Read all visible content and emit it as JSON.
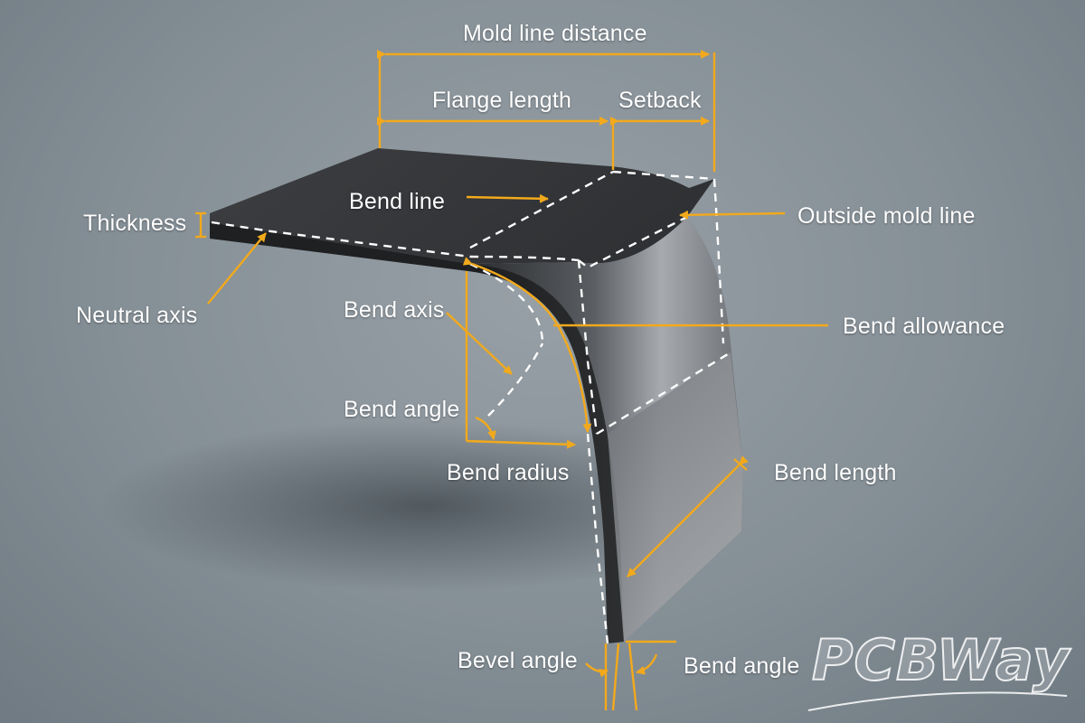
{
  "labels": {
    "mold_line_distance": "Mold line distance",
    "flange_length": "Flange length",
    "setback": "Setback",
    "thickness": "Thickness",
    "bend_line": "Bend line",
    "outside_mold_line": "Outside mold line",
    "neutral_axis": "Neutral axis",
    "bend_axis": "Bend axis",
    "bend_allowance": "Bend allowance",
    "bend_angle_left": "Bend angle",
    "bend_radius": "Bend radius",
    "bend_length": "Bend length",
    "bevel_angle": "Bevel angle",
    "bend_angle_bottom": "Bend angle"
  },
  "logo": {
    "text": "PCBWay"
  },
  "colors": {
    "annotation": "#f2a91c",
    "dash": "#ffffff",
    "metal_dark": "#3a3c3f",
    "metal_light": "#9a9da1",
    "background": "#858f96"
  }
}
